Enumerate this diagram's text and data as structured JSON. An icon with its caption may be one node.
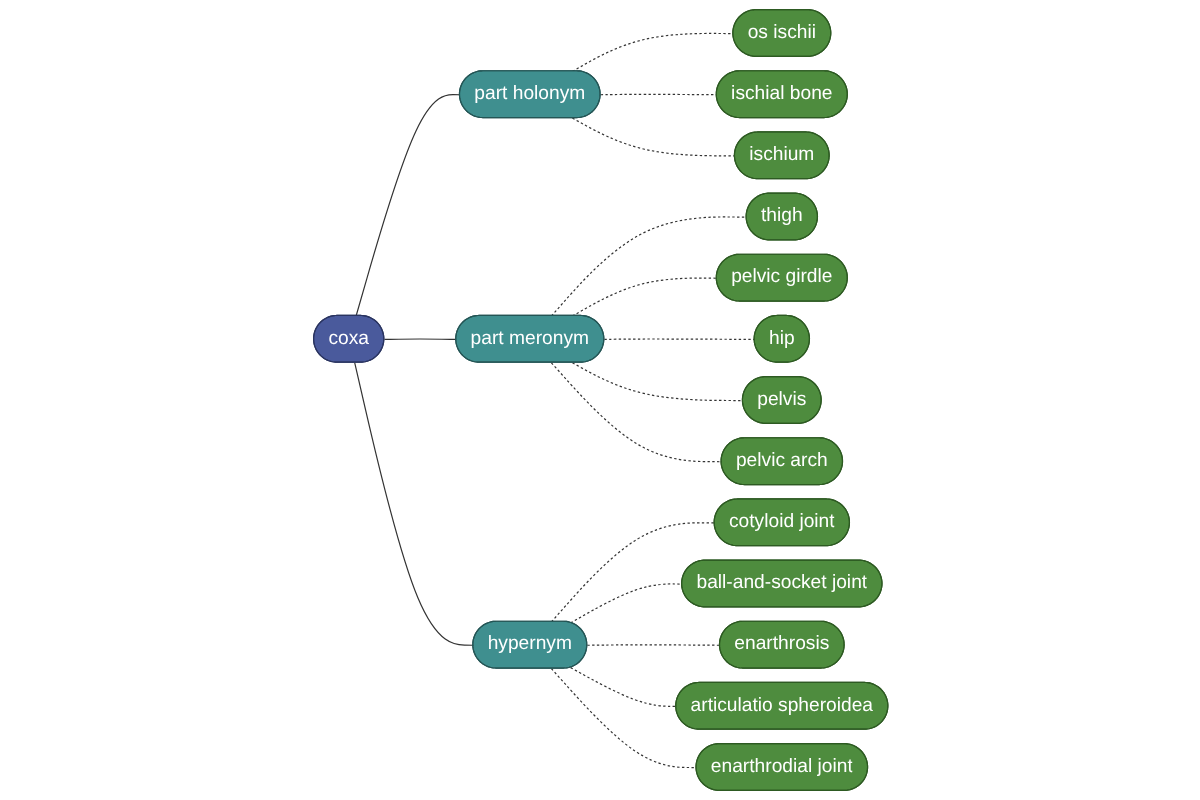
{
  "diagram": {
    "nodes": [
      {
        "text": [
          "coxa"
        ]
      },
      {
        "text": [
          "part holonym"
        ]
      },
      {
        "text": [
          "os ischii"
        ]
      },
      {
        "text": [
          "ischial bone"
        ]
      },
      {
        "text": [
          "ischium"
        ]
      },
      {
        "text": [
          "part meronym"
        ]
      },
      {
        "text": [
          "thigh"
        ]
      },
      {
        "text": [
          "pelvic girdle"
        ]
      },
      {
        "text": [
          "hip"
        ]
      },
      {
        "text": [
          "pelvis"
        ]
      },
      {
        "text": [
          "pelvic arch"
        ]
      },
      {
        "text": [
          "hypernym"
        ]
      },
      {
        "text": [
          "cotyloid joint"
        ]
      },
      {
        "text": [
          "ball-and-socket joint"
        ]
      },
      {
        "text": [
          "enarthrosis"
        ]
      },
      {
        "text": [
          "articulatio spheroidea"
        ]
      },
      {
        "text": [
          "enarthrodial joint"
        ]
      }
    ],
    "edges": [
      {
        "from": 0,
        "to": 1,
        "arrow": "none"
      },
      {
        "from": 0,
        "to": 5,
        "arrow": "none"
      },
      {
        "from": 0,
        "to": 11,
        "arrow": "none"
      },
      {
        "from": 1,
        "to": 2,
        "arrow": "none",
        "style": "dashed"
      },
      {
        "from": 1,
        "to": 3,
        "arrow": "none",
        "style": "dashed"
      },
      {
        "from": 1,
        "to": 4,
        "arrow": "none",
        "style": "dashed"
      },
      {
        "from": 5,
        "to": 6,
        "arrow": "none",
        "style": "dashed"
      },
      {
        "from": 5,
        "to": 7,
        "arrow": "none",
        "style": "dashed"
      },
      {
        "from": 5,
        "to": 8,
        "arrow": "none",
        "style": "dashed"
      },
      {
        "from": 5,
        "to": 9,
        "arrow": "none",
        "style": "dashed"
      },
      {
        "from": 5,
        "to": 10,
        "arrow": "none",
        "style": "dashed"
      },
      {
        "from": 11,
        "to": 12,
        "arrow": "none",
        "style": "dashed"
      },
      {
        "from": 11,
        "to": 13,
        "arrow": "none",
        "style": "dashed"
      },
      {
        "from": 11,
        "to": 14,
        "arrow": "none",
        "style": "dashed"
      },
      {
        "from": 11,
        "to": 15,
        "arrow": "none",
        "style": "dashed"
      },
      {
        "from": 11,
        "to": 16,
        "arrow": "none",
        "style": "dashed"
      }
    ]
  }
}
